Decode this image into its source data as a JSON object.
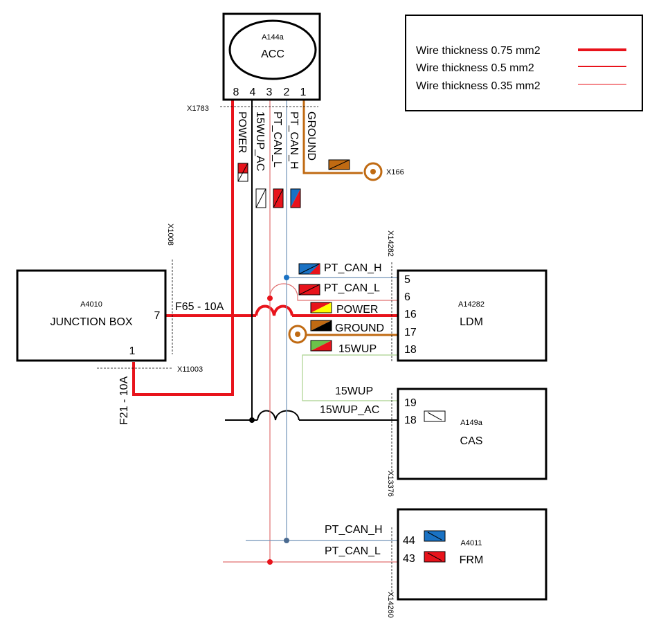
{
  "legend": {
    "items": [
      {
        "label": "Wire thickness 0.75 mm2"
      },
      {
        "label": "Wire thickness 0.5 mm2"
      },
      {
        "label": "Wire thickness 0.35 mm2"
      }
    ]
  },
  "components": {
    "acc": {
      "id": "A144a",
      "name": "ACC",
      "pins": [
        "8",
        "4",
        "3",
        "2",
        "1"
      ]
    },
    "junction_box": {
      "id": "A4010",
      "name": "JUNCTION BOX",
      "pin_top": "7",
      "pin_bottom": "1"
    },
    "ldm": {
      "id": "A14282",
      "name": "LDM",
      "pins": [
        "5",
        "6",
        "16",
        "17",
        "18"
      ]
    },
    "cas": {
      "id": "A149a",
      "name": "CAS",
      "pins": [
        "19",
        "18"
      ]
    },
    "frm": {
      "id": "A4011",
      "name": "FRM",
      "pins": [
        "44",
        "43"
      ]
    }
  },
  "connectors": {
    "x1783": "X1783",
    "x166": "X166",
    "x1008": "X1008",
    "x14282": "X14282",
    "x11003": "X11003",
    "x13376": "X13376",
    "x14260": "X14260"
  },
  "acc_wires": {
    "power": "POWER",
    "wup_ac": "15WUP_AC",
    "can_l": "PT_CAN_L",
    "can_h": "PT_CAN_H",
    "ground": "GROUND"
  },
  "ldm_wires": {
    "can_h": "PT_CAN_H",
    "can_l": "PT_CAN_L",
    "power": "POWER",
    "ground": "GROUND",
    "wup": "15WUP"
  },
  "cas_wires": {
    "wup": "15WUP",
    "wup_ac": "15WUP_AC"
  },
  "frm_wires": {
    "can_h": "PT_CAN_H",
    "can_l": "PT_CAN_L"
  },
  "fuses": {
    "f65": "F65 - 10A",
    "f21": "F21 - 10A"
  },
  "colors": {
    "red": "#e8131b",
    "blue": "#1a72c4",
    "brown": "#c06a12",
    "yellow": "#ffff00",
    "green": "#6cc24a",
    "black": "#000000",
    "can_h_line": "#7092b8",
    "can_l_line": "#e07070",
    "wup_line": "#a9d18e"
  }
}
